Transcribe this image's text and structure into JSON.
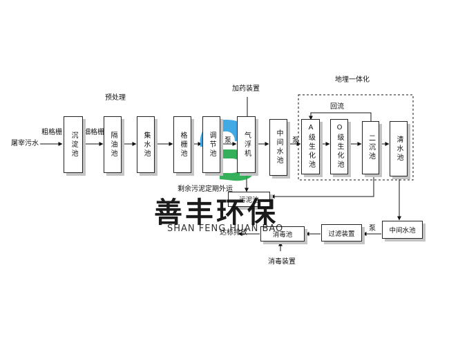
{
  "nodes": {
    "settling_tank": "沉淀池",
    "oil_separator": "隔油池",
    "collection_tank": "集水池",
    "grille_tank": "格栅池",
    "regulating_tank": "调节池",
    "air_flotation": "气浮机",
    "middle_tank_1": "中间水池",
    "a_bio_tank": "A级生化池",
    "o_bio_tank": "O级生化池",
    "secondary_settling": "二沉池",
    "clear_tank": "清水池",
    "middle_tank_2": "中间水池",
    "filter_device": "过滤装置",
    "disinfection_tank": "消毒池",
    "sludge_tank": "污泥池"
  },
  "labels": {
    "input": "屠宰污水",
    "coarse_grille": "粗格栅",
    "fine_grille": "细格栅",
    "pretreatment": "预处理",
    "dosing": "加药装置",
    "buried_integrated": "地埋一体化",
    "reflux": "回流",
    "pump_1": "泵",
    "pump_2": "泵",
    "pump_3": "泵",
    "sludge_out": "剩余污泥定期外运",
    "discharge": "达标排放",
    "disinfection_device": "消毒装置"
  },
  "watermark": {
    "brand_cn": "善丰环保",
    "brand_en": "SHAN FENG HUAN BAO",
    "logo_colors": [
      "#2da0e0",
      "#1fa84a"
    ]
  }
}
